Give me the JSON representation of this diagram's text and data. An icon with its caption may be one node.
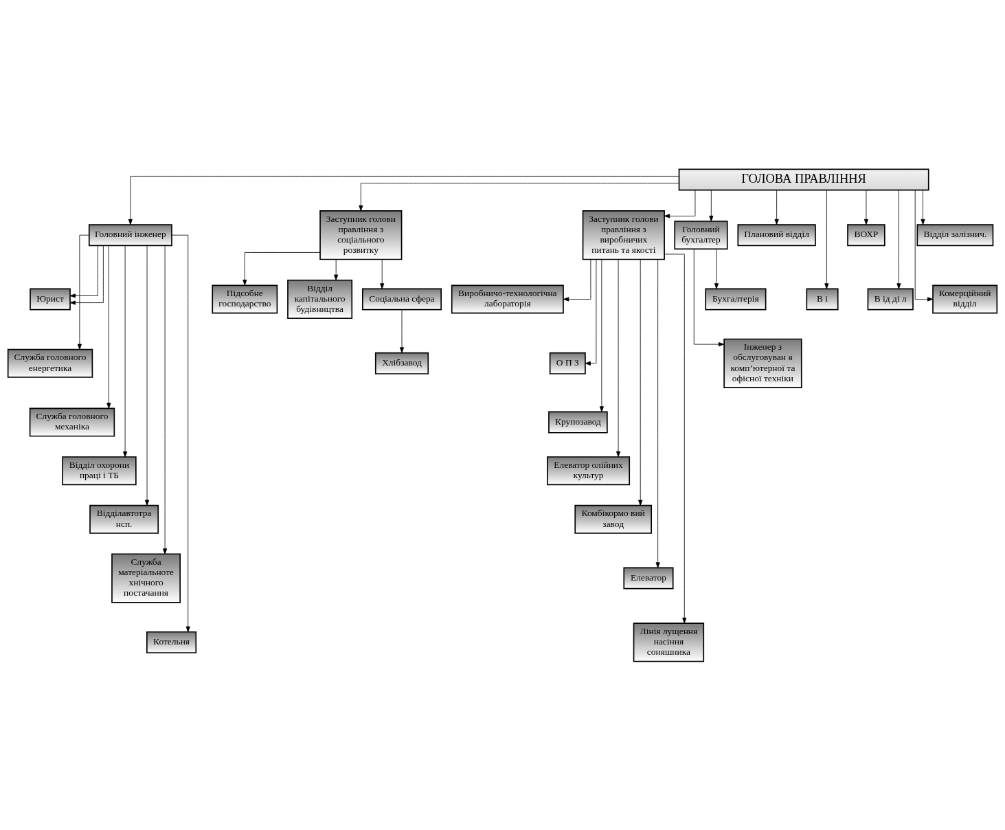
{
  "diagram": {
    "nodes": [
      {
        "text": [
          "ГОЛОВА ПРАВЛІННЯ"
        ]
      },
      {
        "text": [
          "Головний інженер"
        ]
      },
      {
        "text": [
          "Заступник голови правління з соціального розвитку"
        ]
      },
      {
        "text": [
          "Заступник голови правління з виробничих питань та якості"
        ]
      },
      {
        "text": [
          "Головний бухгалтер"
        ]
      },
      {
        "text": [
          "Юрист"
        ]
      },
      {
        "text": [
          "Плановий відділ"
        ]
      },
      {
        "text": [
          "ВОХР"
        ]
      },
      {
        "text": [
          "Відділ залізнич."
        ]
      },
      {
        "text": [
          "В і"
        ]
      },
      {
        "text": [
          "В ід ді л"
        ]
      },
      {
        "text": [
          "Комерційний відділ"
        ]
      },
      {
        "text": [
          "Служба головного енергетика"
        ]
      },
      {
        "text": [
          "Підсобне господарство"
        ]
      },
      {
        "text": [
          "Виробничо-технологічна лабораторія"
        ]
      },
      {
        "text": [
          "О П З"
        ]
      },
      {
        "text": [
          "Бухгалтерія"
        ]
      },
      {
        "text": [
          "Служба головного механіка"
        ]
      },
      {
        "text": [
          "Відділ капітального будівництва"
        ]
      },
      {
        "text": [
          "Крупозавод"
        ]
      },
      {
        "text": [
          "Елеватор олійних культур"
        ]
      },
      {
        "text": [
          "Інженер з обслуговуван я комп’ютерної та офісної техніки"
        ]
      },
      {
        "text": [
          "Відділ охорони праці і ТБ"
        ]
      },
      {
        "text": [
          "Комбікормо вий завод"
        ]
      },
      {
        "text": [
          "Соціальна сфера"
        ]
      },
      {
        "text": [
          "Відділавтотра нсп."
        ]
      },
      {
        "text": [
          "Елеватор"
        ]
      },
      {
        "text": [
          "Хлібзавод"
        ]
      },
      {
        "text": [
          "Служба матеріальноте хнічного постачання"
        ]
      },
      {
        "text": [
          "Лінія лущення насіння соняшника"
        ]
      },
      {
        "text": [
          "Котельня"
        ]
      }
    ],
    "edges": [
      {
        "from": 0,
        "to": 1,
        "arrow": "to"
      },
      {
        "from": 0,
        "to": 2,
        "arrow": "to"
      },
      {
        "from": 0,
        "to": 3,
        "arrow": "to"
      },
      {
        "from": 0,
        "to": 4,
        "arrow": "to"
      },
      {
        "from": 0,
        "to": 6,
        "arrow": "to"
      },
      {
        "from": 0,
        "to": 7,
        "arrow": "to"
      },
      {
        "from": 0,
        "to": 8,
        "arrow": "to"
      },
      {
        "from": 0,
        "to": 9,
        "arrow": "to"
      },
      {
        "from": 0,
        "to": 10,
        "arrow": "to"
      },
      {
        "from": 0,
        "to": 11,
        "arrow": "to"
      },
      {
        "from": 1,
        "to": 5,
        "arrow": "to"
      },
      {
        "from": 1,
        "to": 5,
        "arrow": "to"
      },
      {
        "from": 1,
        "to": 12,
        "arrow": "to"
      },
      {
        "from": 1,
        "to": 17,
        "arrow": "to"
      },
      {
        "from": 1,
        "to": 22,
        "arrow": "to"
      },
      {
        "from": 1,
        "to": 25,
        "arrow": "to"
      },
      {
        "from": 1,
        "to": 28,
        "arrow": "to"
      },
      {
        "from": 1,
        "to": 30,
        "arrow": "to"
      },
      {
        "from": 2,
        "to": 13,
        "arrow": "to"
      },
      {
        "from": 2,
        "to": 18,
        "arrow": "to"
      },
      {
        "from": 2,
        "to": 24,
        "arrow": "to"
      },
      {
        "from": 24,
        "to": 27,
        "arrow": "to"
      },
      {
        "from": 3,
        "to": 14,
        "arrow": "to"
      },
      {
        "from": 3,
        "to": 15,
        "arrow": "to"
      },
      {
        "from": 3,
        "to": 19,
        "arrow": "to"
      },
      {
        "from": 3,
        "to": 20,
        "arrow": "to"
      },
      {
        "from": 3,
        "to": 23,
        "arrow": "to"
      },
      {
        "from": 3,
        "to": 26,
        "arrow": "to"
      },
      {
        "from": 3,
        "to": 29,
        "arrow": "to"
      },
      {
        "from": 4,
        "to": 16,
        "arrow": "to"
      },
      {
        "from": 4,
        "to": 21,
        "arrow": "to"
      }
    ]
  }
}
